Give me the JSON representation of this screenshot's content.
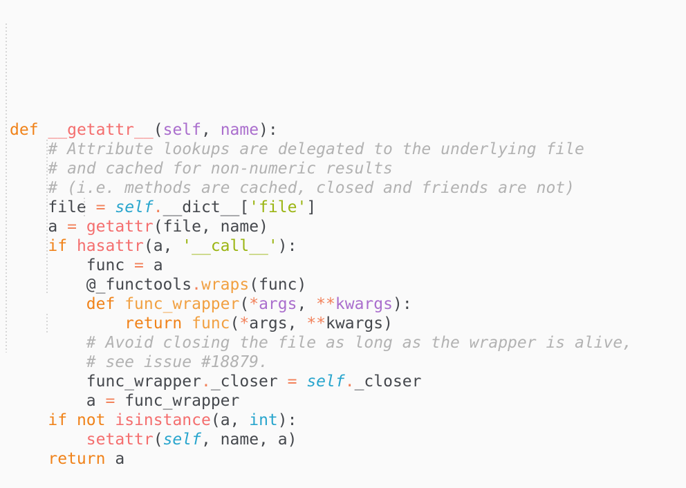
{
  "editor": {
    "language": "python",
    "palette": {
      "bg": "#fafafa",
      "text": "#45484d",
      "keyword": "#f08219",
      "function": "#f1a041",
      "builtin": "#f46e6e",
      "operator": "#f2815a",
      "selfc": "#28a5cd",
      "type": "#28a5cd",
      "param": "#aa6ecd",
      "string": "#9bb513",
      "comment": "#b2b2b2",
      "guide": "#d6d6d6"
    },
    "lines": [
      [
        {
          "c": "kw",
          "t": "def"
        },
        {
          "c": "tx",
          "t": " "
        },
        {
          "c": "bi",
          "t": "__getattr__"
        },
        {
          "c": "tx",
          "t": "("
        },
        {
          "c": "pr",
          "t": "self"
        },
        {
          "c": "tx",
          "t": ", "
        },
        {
          "c": "pr",
          "t": "name"
        },
        {
          "c": "tx",
          "t": "):"
        }
      ],
      [
        {
          "c": "tx",
          "t": "    "
        },
        {
          "c": "cm",
          "t": "# Attribute lookups are delegated to the underlying file"
        }
      ],
      [
        {
          "c": "tx",
          "t": "    "
        },
        {
          "c": "cm",
          "t": "# and cached for non-numeric results"
        }
      ],
      [
        {
          "c": "tx",
          "t": "    "
        },
        {
          "c": "cm",
          "t": "# (i.e. methods are cached, closed and friends are not)"
        }
      ],
      [
        {
          "c": "tx",
          "t": "    file "
        },
        {
          "c": "op",
          "t": "="
        },
        {
          "c": "tx",
          "t": " "
        },
        {
          "c": "sl",
          "t": "self"
        },
        {
          "c": "op",
          "t": "."
        },
        {
          "c": "tx",
          "t": "__dict__["
        },
        {
          "c": "st",
          "t": "'file'"
        },
        {
          "c": "tx",
          "t": "]"
        }
      ],
      [
        {
          "c": "tx",
          "t": "    a "
        },
        {
          "c": "op",
          "t": "="
        },
        {
          "c": "tx",
          "t": " "
        },
        {
          "c": "bi",
          "t": "getattr"
        },
        {
          "c": "tx",
          "t": "(file, name)"
        }
      ],
      [
        {
          "c": "tx",
          "t": "    "
        },
        {
          "c": "kw",
          "t": "if"
        },
        {
          "c": "tx",
          "t": " "
        },
        {
          "c": "bi",
          "t": "hasattr"
        },
        {
          "c": "tx",
          "t": "(a, "
        },
        {
          "c": "st",
          "t": "'__call__'"
        },
        {
          "c": "tx",
          "t": "):"
        }
      ],
      [
        {
          "c": "tx",
          "t": "        func "
        },
        {
          "c": "op",
          "t": "="
        },
        {
          "c": "tx",
          "t": " a"
        }
      ],
      [
        {
          "c": "tx",
          "t": "        @_functools"
        },
        {
          "c": "op",
          "t": "."
        },
        {
          "c": "fn",
          "t": "wraps"
        },
        {
          "c": "tx",
          "t": "(func)"
        }
      ],
      [
        {
          "c": "tx",
          "t": "        "
        },
        {
          "c": "kw",
          "t": "def"
        },
        {
          "c": "tx",
          "t": " "
        },
        {
          "c": "fn",
          "t": "func_wrapper"
        },
        {
          "c": "tx",
          "t": "("
        },
        {
          "c": "op",
          "t": "*"
        },
        {
          "c": "pr",
          "t": "args"
        },
        {
          "c": "tx",
          "t": ", "
        },
        {
          "c": "op",
          "t": "**"
        },
        {
          "c": "pr",
          "t": "kwargs"
        },
        {
          "c": "tx",
          "t": "):"
        }
      ],
      [
        {
          "c": "tx",
          "t": "            "
        },
        {
          "c": "kw",
          "t": "return"
        },
        {
          "c": "tx",
          "t": " "
        },
        {
          "c": "fn",
          "t": "func"
        },
        {
          "c": "tx",
          "t": "("
        },
        {
          "c": "op",
          "t": "*"
        },
        {
          "c": "tx",
          "t": "args, "
        },
        {
          "c": "op",
          "t": "**"
        },
        {
          "c": "tx",
          "t": "kwargs)"
        }
      ],
      [
        {
          "c": "tx",
          "t": "        "
        },
        {
          "c": "cm",
          "t": "# Avoid closing the file as long as the wrapper is alive,"
        }
      ],
      [
        {
          "c": "tx",
          "t": "        "
        },
        {
          "c": "cm",
          "t": "# see issue #18879."
        }
      ],
      [
        {
          "c": "tx",
          "t": "        func_wrapper"
        },
        {
          "c": "op",
          "t": "."
        },
        {
          "c": "tx",
          "t": "_closer "
        },
        {
          "c": "op",
          "t": "="
        },
        {
          "c": "tx",
          "t": " "
        },
        {
          "c": "sl",
          "t": "self"
        },
        {
          "c": "op",
          "t": "."
        },
        {
          "c": "tx",
          "t": "_closer"
        }
      ],
      [
        {
          "c": "tx",
          "t": "        a "
        },
        {
          "c": "op",
          "t": "="
        },
        {
          "c": "tx",
          "t": " func_wrapper"
        }
      ],
      [
        {
          "c": "tx",
          "t": "    "
        },
        {
          "c": "kw",
          "t": "if"
        },
        {
          "c": "tx",
          "t": " "
        },
        {
          "c": "kw",
          "t": "not"
        },
        {
          "c": "tx",
          "t": " "
        },
        {
          "c": "bi",
          "t": "isinstance"
        },
        {
          "c": "tx",
          "t": "(a, "
        },
        {
          "c": "ty",
          "t": "int"
        },
        {
          "c": "tx",
          "t": "):"
        }
      ],
      [
        {
          "c": "tx",
          "t": "        "
        },
        {
          "c": "bi",
          "t": "setattr"
        },
        {
          "c": "tx",
          "t": "("
        },
        {
          "c": "sl",
          "t": "self"
        },
        {
          "c": "tx",
          "t": ", name, a)"
        }
      ],
      [
        {
          "c": "tx",
          "t": "    "
        },
        {
          "c": "kw",
          "t": "return"
        },
        {
          "c": "tx",
          "t": " a"
        }
      ]
    ]
  }
}
